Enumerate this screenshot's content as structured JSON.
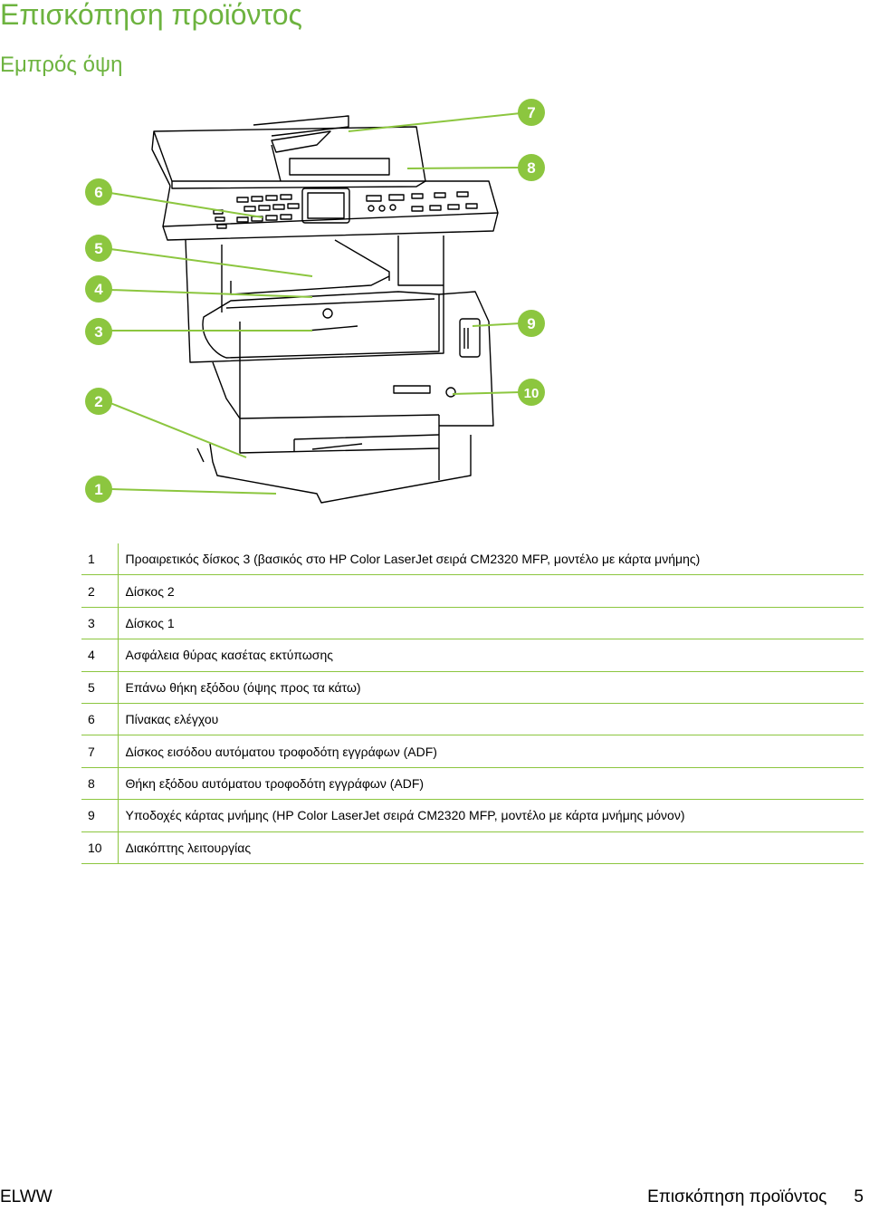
{
  "page_title": "Επισκόπηση προϊόντος",
  "section_title": "Εμπρός όψη",
  "callouts": [
    "1",
    "2",
    "3",
    "4",
    "5",
    "6",
    "7",
    "8",
    "9",
    "10"
  ],
  "parts": [
    {
      "num": "1",
      "desc": "Προαιρετικός δίσκος 3 (βασικός στο HP Color LaserJet σειρά CM2320 MFP, μοντέλο με κάρτα μνήμης)"
    },
    {
      "num": "2",
      "desc": "Δίσκος 2"
    },
    {
      "num": "3",
      "desc": "Δίσκος 1"
    },
    {
      "num": "4",
      "desc": "Ασφάλεια θύρας κασέτας εκτύπωσης"
    },
    {
      "num": "5",
      "desc": "Επάνω θήκη εξόδου (όψης προς τα κάτω)"
    },
    {
      "num": "6",
      "desc": "Πίνακας ελέγχου"
    },
    {
      "num": "7",
      "desc": "Δίσκος εισόδου αυτόματου τροφοδότη εγγράφων (ADF)"
    },
    {
      "num": "8",
      "desc": "Θήκη εξόδου αυτόματου τροφοδότη εγγράφων (ADF)"
    },
    {
      "num": "9",
      "desc": "Υποδοχές κάρτας μνήμης (HP Color LaserJet σειρά CM2320 MFP, μοντέλο με κάρτα μνήμης μόνον)"
    },
    {
      "num": "10",
      "desc": "Διακόπτης λειτουργίας"
    }
  ],
  "footer": {
    "left": "ELWW",
    "right_title": "Επισκόπηση προϊόντος",
    "page_number": "5"
  },
  "colors": {
    "accent": "#6db33f",
    "callout_fill": "#8cc63f",
    "rule": "#8cc63f"
  }
}
